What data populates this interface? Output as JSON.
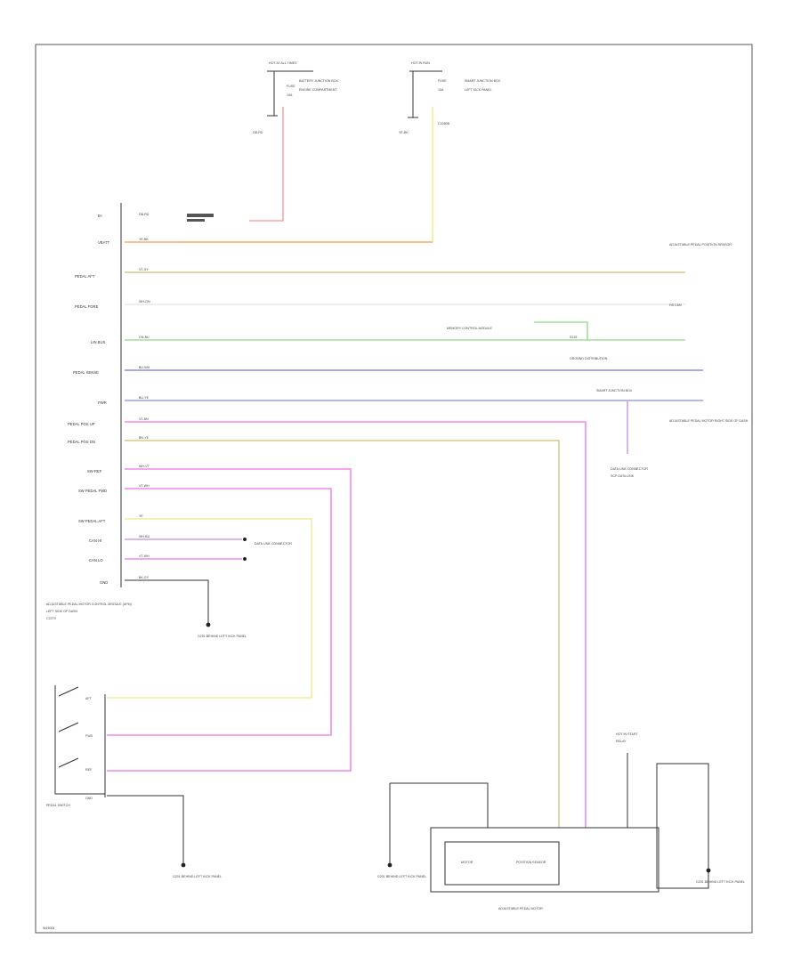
{
  "fuse_left": {
    "l1": "HOT AT ALL TIMES",
    "l2": "FUSE",
    "l3": "15A",
    "l4": "BATTERY JUNCTION BOX",
    "l5": "ENGINE COMPARTMENT",
    "wire": "DB-RD"
  },
  "fuse_right": {
    "l1": "HOT IN RUN",
    "l2": "FUSE",
    "l3": "10A",
    "l4": "SMART JUNCTION BOX",
    "l5": "LEFT KICK PANEL",
    "wire": "YE-BK",
    "pin": "C2280B"
  },
  "module": {
    "name": "ADJUSTABLE PEDAL MOTOR CONTROL MODULE (APM)",
    "sub": "LEFT SIDE OF DASH",
    "c": "C2279"
  },
  "signals": [
    {
      "name": "B+",
      "wire": "DB-RD"
    },
    {
      "name": "VBATT",
      "wire": "YE-BK"
    },
    {
      "name": "PEDAL AFT",
      "wire": "VT-GY"
    },
    {
      "name": "PEDAL FORE",
      "wire": "WH-GN"
    },
    {
      "name": "LIN BUS",
      "wire": "GN-BU"
    },
    {
      "name": "PEDAL SENSE",
      "wire": "BU-WH"
    },
    {
      "name": "PWR",
      "wire": "BU-YE"
    },
    {
      "name": "PEDAL POS UP",
      "wire": "VT-BN"
    },
    {
      "name": "PEDAL POS DN",
      "wire": "BN-YE"
    },
    {
      "name": "SW REF",
      "wire": "WH-VT"
    },
    {
      "name": "SW PEDAL FWD",
      "wire": "VT-WH"
    },
    {
      "name": "SW PEDAL AFT",
      "wire": "YE"
    },
    {
      "name": "CAN HI",
      "wire": "WH-BU"
    },
    {
      "name": "CAN LO",
      "wire": "VT-WH"
    },
    {
      "name": "GND",
      "wire": "BK-GY"
    }
  ],
  "right_labels": {
    "top": "ADJUSTABLE PEDAL POSITION SENSOR",
    "lin_note": "MEMORY CONTROL MODULE",
    "splice": "S215",
    "sense_note": "GROUND DISTRIBUTION",
    "pwr_note": "SMART JUNCTION BOX",
    "bottom": "ADJUSTABLE PEDAL MOTOR RIGHT SIDE OF DASH",
    "data_link": "DATA LINK CONNECTOR",
    "scp_link": "SCP DATA LINK",
    "hs_can": "HS CAN"
  },
  "ground_labels": {
    "g1": "G201 BEHIND LEFT KICK PANEL",
    "g2": "G201 BEHIND LEFT KICK PANEL",
    "g3": "G201 BEHIND LEFT KICK PANEL",
    "g4": "G201 BEHIND LEFT KICK PANEL"
  },
  "switch": {
    "name": "PEDAL SWITCH",
    "pins": [
      "AFT",
      "FWD",
      "REF",
      "GND"
    ]
  },
  "pedal_unit": {
    "name": "ADJUSTABLE PEDAL MOTOR",
    "motor": "MOTOR",
    "sensor": "POSITION SENSOR"
  },
  "relay_label": {
    "l1": "HOT IN START",
    "l2": "RELAY"
  },
  "footer": "W49004",
  "colors": {
    "red": "#f4a8ac",
    "yellow": "#f2ec9a",
    "orange": "#f7b068",
    "olive": "#d9c98a",
    "green": "#9fe09a",
    "blue": "#8890e0",
    "violet": "#9aa0f0",
    "pink": "#f08ae8",
    "lav": "#cfa0e8",
    "grey": "#aaaaaa"
  }
}
